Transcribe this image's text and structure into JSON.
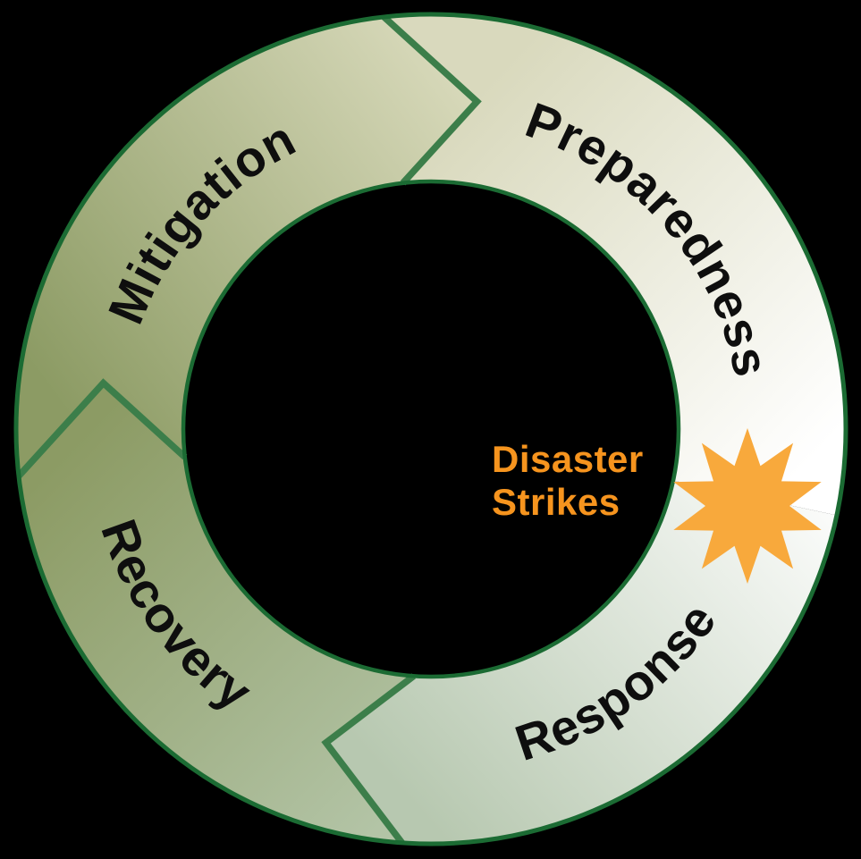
{
  "diagram": {
    "segments": [
      {
        "label": "Mitigation"
      },
      {
        "label": "Preparedness"
      },
      {
        "label": "Response"
      },
      {
        "label": "Recovery"
      }
    ],
    "event_callout": {
      "line1": "Disaster",
      "line2": "Strikes"
    }
  },
  "colors": {
    "background": "#000000",
    "ring_outline": "#1B6B33",
    "divider": "#3C7E4A",
    "label_text": "#0E0E0E",
    "star": "#F8A93C",
    "event_text": "#F6941E",
    "mitigation_from": "#8C9B64",
    "mitigation_to": "#E4E3C8",
    "preparedness_from": "#D9D9BD",
    "preparedness_to": "#FFFFFF",
    "response_from": "#FFFFFF",
    "response_to": "#B7C8B0",
    "recovery_from": "#B3C4A6",
    "recovery_to": "#8C9B64"
  }
}
